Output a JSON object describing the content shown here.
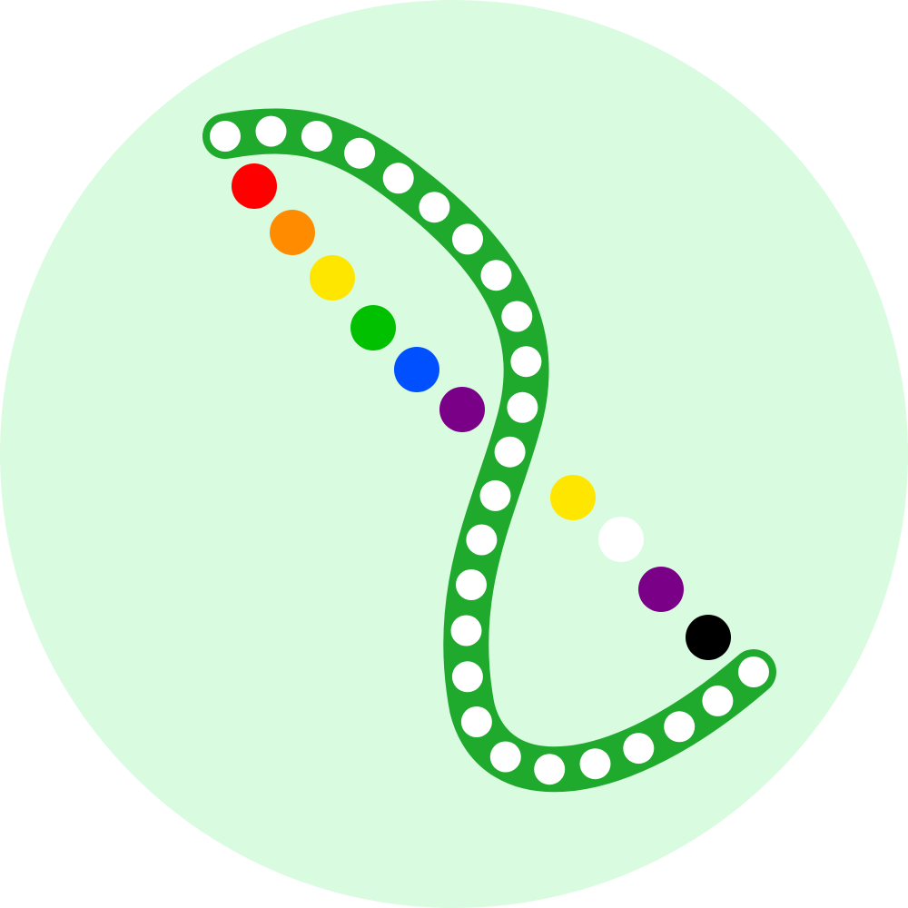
{
  "colors": {
    "background_disc": "#d9fbdf",
    "path": "#1faa2e",
    "path_dot": "#ffffff"
  },
  "path_dots_count": 25,
  "color_dots": [
    {
      "name": "red",
      "color": "#ff0000"
    },
    {
      "name": "orange",
      "color": "#ff8c00"
    },
    {
      "name": "yellow",
      "color": "#ffe600"
    },
    {
      "name": "green",
      "color": "#00c000"
    },
    {
      "name": "blue",
      "color": "#0050ff"
    },
    {
      "name": "purple",
      "color": "#7a0088"
    },
    {
      "name": "yellow",
      "color": "#ffe600"
    },
    {
      "name": "white",
      "color": "#ffffff"
    },
    {
      "name": "purple",
      "color": "#7a0088"
    },
    {
      "name": "black",
      "color": "#000000"
    }
  ]
}
